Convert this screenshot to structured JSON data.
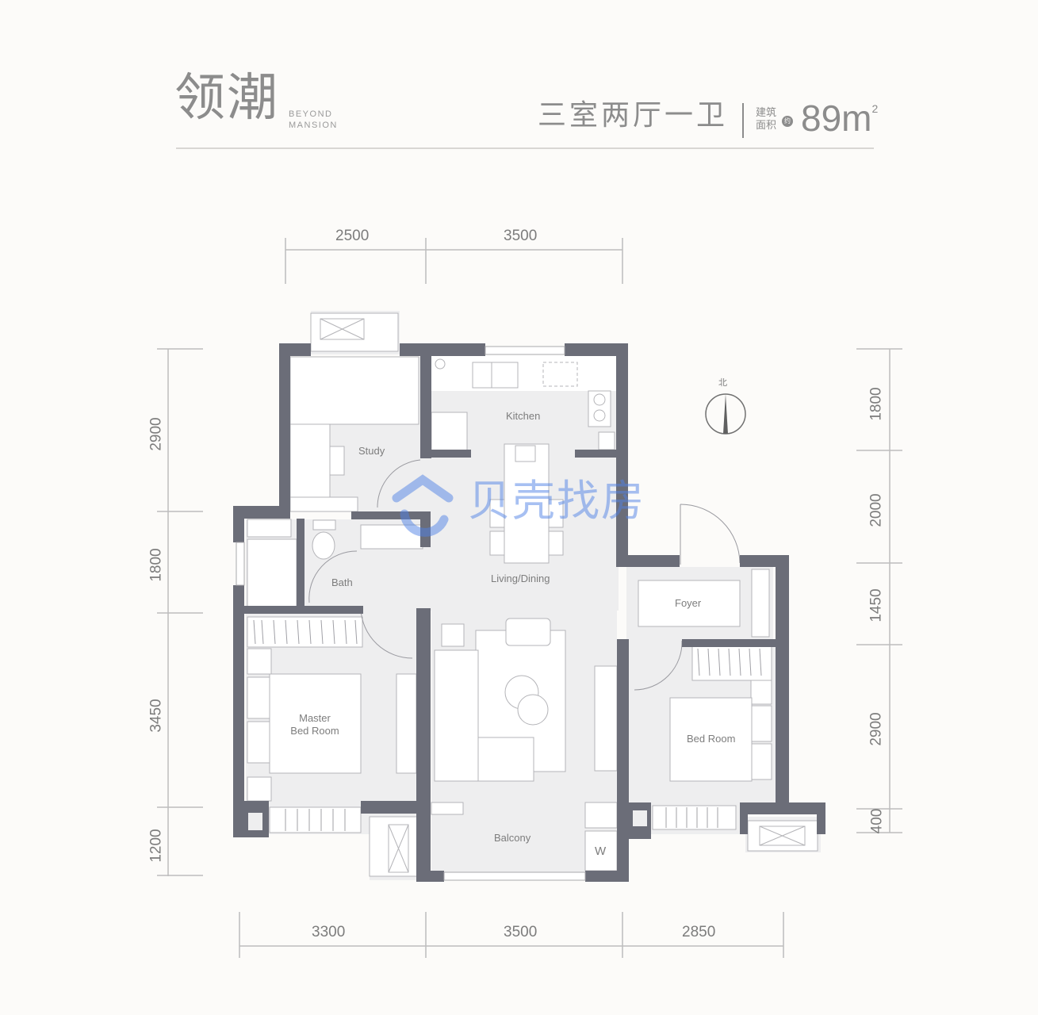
{
  "header": {
    "title": "领潮",
    "subtitle_line1": "BEYOND",
    "subtitle_line2": "MANSION",
    "layout_type": "三室两厅一卫",
    "area_label_line1": "建筑",
    "area_label_line2": "面积",
    "approx_badge": "约",
    "area_value": "89m",
    "area_unit_sup": "2"
  },
  "dimensions": {
    "top": [
      "2500",
      "3500"
    ],
    "bottom": [
      "3300",
      "3500",
      "2850"
    ],
    "left": [
      "2900",
      "1800",
      "3450",
      "1200"
    ],
    "right": [
      "1800",
      "2000",
      "1450",
      "2900",
      "400"
    ]
  },
  "rooms": {
    "study": "Study",
    "kitchen": "Kitchen",
    "bath": "Bath",
    "living_dining": "Living/Dining",
    "foyer": "Foyer",
    "master_line1": "Master",
    "master_line2": "Bed Room",
    "bedroom": "Bed Room",
    "balcony": "Balcony",
    "washer": "W"
  },
  "compass": {
    "label": "北",
    "direction": "north"
  },
  "watermark": {
    "text": "贝壳找房"
  },
  "colors": {
    "background": "#fcfbf9",
    "wall": "#6b6d78",
    "floor": "#eeeeef",
    "line": "#a8a8ac",
    "text": "#7d7d7d",
    "watermark": "#5082e6"
  }
}
